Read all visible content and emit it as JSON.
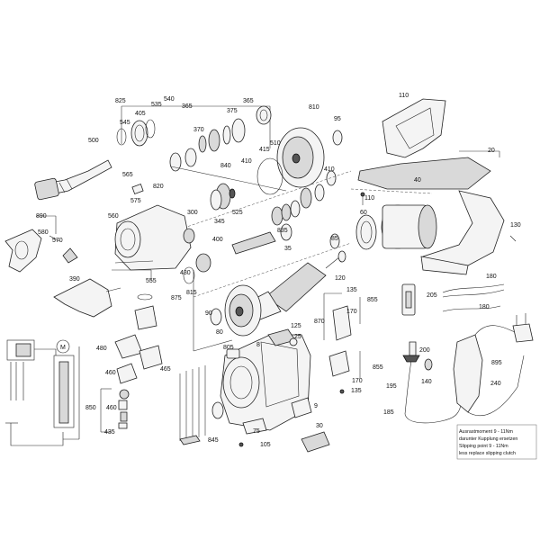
{
  "labels": {
    "l825": "825",
    "l540": "540",
    "l365a": "365",
    "l405": "405",
    "l535": "535",
    "l545": "545",
    "l365b": "365",
    "l375": "375",
    "l370": "370",
    "l500": "500",
    "l810": "810",
    "l95": "95",
    "l110a": "110",
    "l510": "510",
    "l415": "415",
    "l840": "840",
    "l410a": "410",
    "l410b": "410",
    "l20": "20",
    "l565": "565",
    "l820": "820",
    "l575": "575",
    "l525": "525",
    "l110b": "110",
    "l40": "40",
    "l345": "345",
    "l890": "890",
    "l560": "560",
    "l300": "300",
    "l580": "580",
    "l570": "570",
    "l400": "400",
    "l835": "835",
    "l60": "60",
    "l130": "130",
    "l35": "35",
    "l85": "85",
    "l430": "430",
    "l815": "815",
    "l390": "390",
    "l555": "555",
    "l120": "120",
    "l180a": "180",
    "l180b": "180",
    "l135a": "135",
    "l875": "875",
    "l855a": "855",
    "l205": "205",
    "l90": "90",
    "l80": "80",
    "l170a": "170",
    "l125": "125",
    "l870": "870",
    "l25": "25",
    "l480": "480",
    "l805": "805",
    "l8": "8",
    "l200": "200",
    "l895": "895",
    "l465": "465",
    "l460a": "460",
    "l460b": "460",
    "l850": "850",
    "l855b": "855",
    "l170b": "170",
    "l135b": "135",
    "l140": "140",
    "l195": "195",
    "l240": "240",
    "l9": "9",
    "l435": "435",
    "l75": "75",
    "l845": "845",
    "l105": "105",
    "l30": "30",
    "l185": "185",
    "lM": "M"
  },
  "note": {
    "line1": "Ausrastmoment 9 - 11Nm",
    "line2": "darunter Kupplung ersetzen",
    "line3": "Slipping point 9 - 11Nm",
    "line4": "less replace slipping clutch"
  },
  "colors": {
    "line": "#222222",
    "fill_light": "#f4f4f4",
    "fill_mid": "#d9d9d9",
    "fill_dark": "#555555"
  }
}
